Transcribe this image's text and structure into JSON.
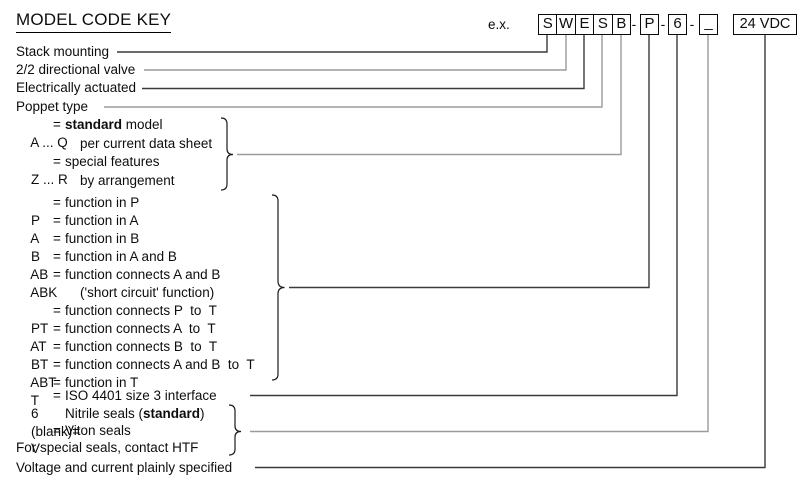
{
  "title": "MODEL CODE KEY",
  "glyphs": {
    "eq": "=",
    "dash": "-"
  },
  "example": {
    "label": "e.x.",
    "letters": [
      "S",
      "W",
      "E",
      "S",
      "B"
    ],
    "function_code": "P",
    "size_code": "6",
    "blank_code": "_",
    "voltage_box": "24 VDC"
  },
  "simple_labels": {
    "stack": "Stack mounting",
    "valve": "2/2 directional valve",
    "electric": "Electrically actuated",
    "poppet": "Poppet type"
  },
  "letter_key": {
    "standard": {
      "code": "A ... Q",
      "def_bold": "standard",
      "def_rest": " model",
      "line2": "per current data sheet"
    },
    "special": {
      "code": "Z ... R",
      "def": "special features",
      "line2": "by arrangement"
    }
  },
  "functions": [
    {
      "code": "P",
      "def": "function in P"
    },
    {
      "code": "A",
      "def": "function in A"
    },
    {
      "code": "B",
      "def": "function in B"
    },
    {
      "code": "AB",
      "def": "function in A and B"
    },
    {
      "code": "ABK",
      "def": "function connects A and B",
      "line2": "('short circuit' function)"
    },
    {
      "code": "PT",
      "def": "function connects P  to  T"
    },
    {
      "code": "AT",
      "def": "function connects A  to  T"
    },
    {
      "code": "BT",
      "def": "function connects B  to  T"
    },
    {
      "code": "ABT",
      "def": "function connects A and B  to  T"
    },
    {
      "code": "T",
      "def": "function in T"
    }
  ],
  "interface_row": {
    "code": "6",
    "def": "ISO 4401 size 3 interface"
  },
  "seals": {
    "nitrile": {
      "code": "(blank)",
      "def_pre": "Nitrile seals (",
      "def_bold": "standard",
      "def_post": ")"
    },
    "viton": {
      "code": "V",
      "def": "Viton seals"
    },
    "note": "For special seals, contact HTF"
  },
  "voltage_note": "Voltage and current plainly specified",
  "colors": {
    "line_dark": "#3a3a3a",
    "line_gray": "#9b9b9b",
    "border": "#0a0a0a"
  }
}
